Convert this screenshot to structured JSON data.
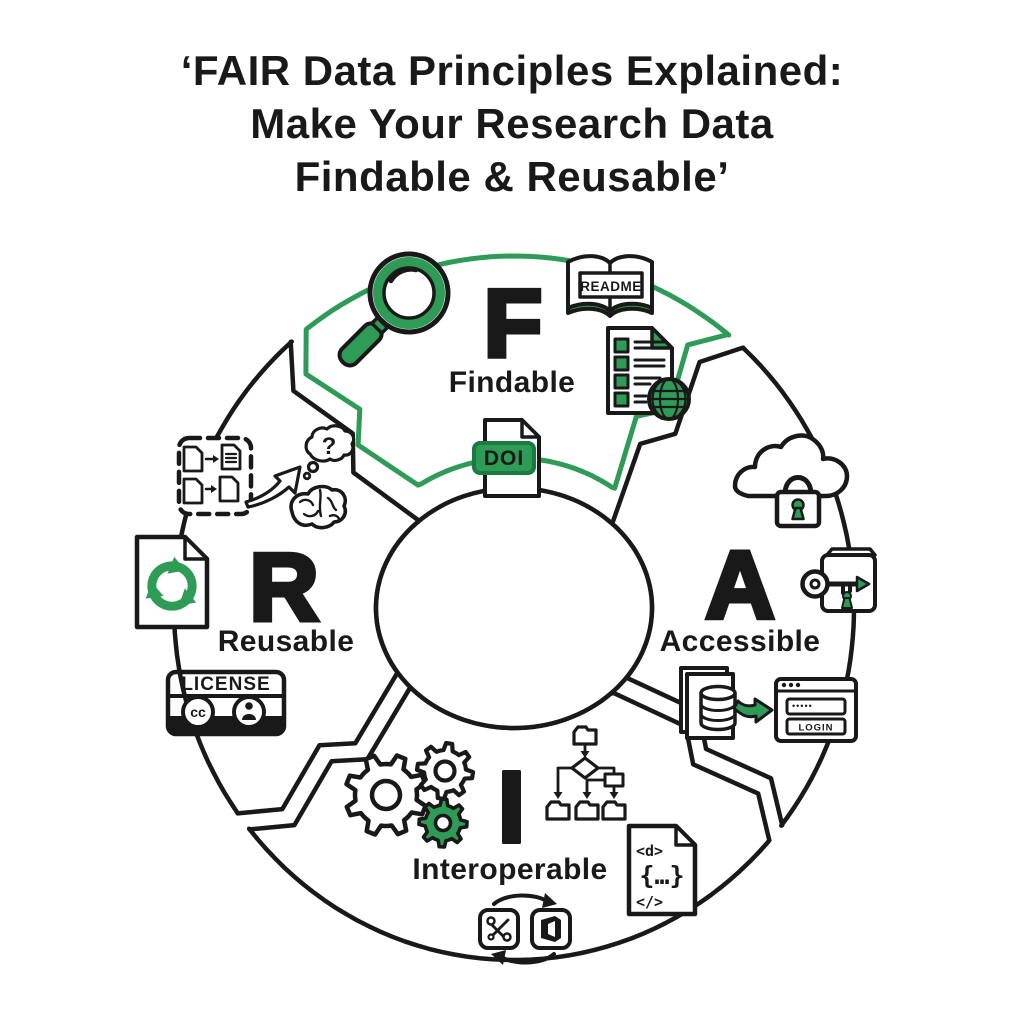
{
  "title": {
    "line1": "‘FAIR Data Principles Explained:",
    "line2": "Make Your Research Data",
    "line3": "Findable & Reusable’"
  },
  "colors": {
    "green": "#2e9b57",
    "green_dark": "#1a7a42",
    "ink": "#191919"
  },
  "segments": {
    "findable": {
      "letter": "F",
      "label": "Findable",
      "highlighted": true
    },
    "accessible": {
      "letter": "A",
      "label": "Accessible",
      "highlighted": false
    },
    "interoperable": {
      "letter": "I",
      "label": "Interoperable",
      "highlighted": false
    },
    "reusable": {
      "letter": "R",
      "label": "Reusable",
      "highlighted": false
    }
  },
  "icon_texts": {
    "readme": "README",
    "doi": "DOI",
    "password_mask": "•••••",
    "login": "LOGIN",
    "license": "LICENSE",
    "cc": "cc",
    "question": "?",
    "code_line1": "<d>",
    "code_line2": "{…}",
    "code_line3": "</>"
  },
  "icon_names": {
    "findable": [
      "magnifier-icon",
      "readme-book-icon",
      "metadata-checklist-globe-icon",
      "doi-document-icon"
    ],
    "accessible": [
      "cloud-lock-icon",
      "key-access-box-icon",
      "database-transfer-icon",
      "login-window-icon"
    ],
    "interoperable": [
      "gears-icon",
      "flowchart-icon",
      "structured-code-file-icon",
      "format-conversion-icon"
    ],
    "reusable": [
      "document-workflow-icon",
      "question-brain-icon",
      "recycle-document-icon",
      "license-cc-badge-icon"
    ]
  }
}
